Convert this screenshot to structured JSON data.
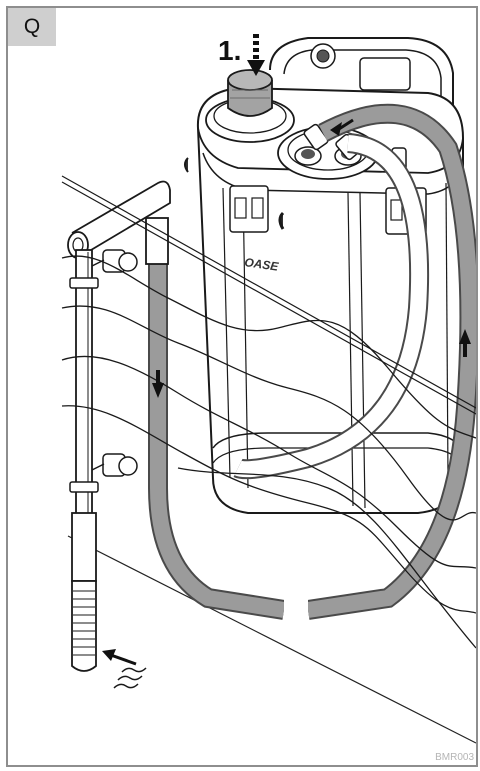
{
  "panel": {
    "label": "Q"
  },
  "step": {
    "label": "1."
  },
  "brand": {
    "logo_text": "OASE"
  },
  "figure": {
    "ref_code": "BMR003"
  },
  "colors": {
    "hose": "#9b9b9b",
    "hose_outline": "#4a4a4a",
    "line": "#1a1a1a",
    "cap": "#a3a3a3",
    "label_bg": "#cfcfcf",
    "frame": "#8e8e8e"
  }
}
